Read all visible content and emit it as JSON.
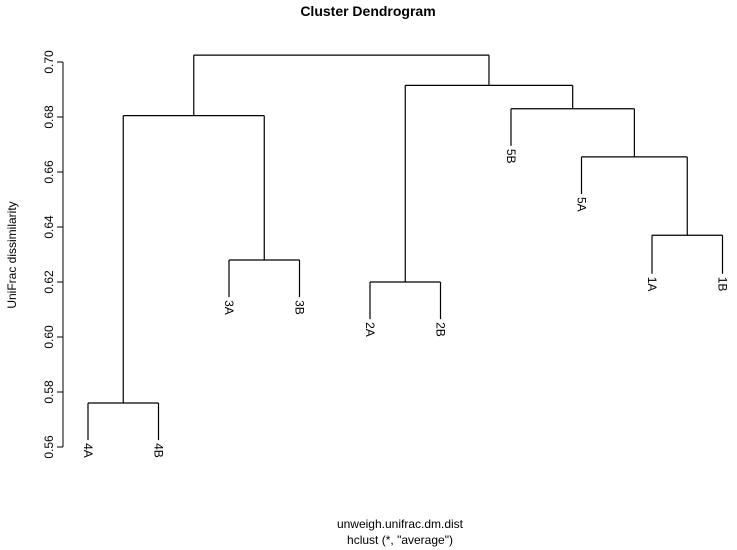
{
  "chart_data": {
    "type": "dendrogram",
    "title": "Cluster Dendrogram",
    "ylabel": "UniFrac dissimilarity",
    "xlabel": "unweigh.unifrac.dm.dist",
    "sublabel": "hclust (*, \"average\")",
    "ylim": [
      0.56,
      0.7
    ],
    "yticks": [
      0.56,
      0.58,
      0.6,
      0.62,
      0.64,
      0.66,
      0.68,
      0.7
    ],
    "leaves": [
      {
        "label": "4A",
        "height": 0.5625
      },
      {
        "label": "4B",
        "height": 0.5625
      },
      {
        "label": "3A",
        "height": 0.6145
      },
      {
        "label": "3B",
        "height": 0.6145
      },
      {
        "label": "2A",
        "height": 0.6065
      },
      {
        "label": "2B",
        "height": 0.6065
      },
      {
        "label": "5B",
        "height": 0.6695
      },
      {
        "label": "5A",
        "height": 0.652
      },
      {
        "label": "1A",
        "height": 0.623
      },
      {
        "label": "1B",
        "height": 0.623
      }
    ],
    "merges": [
      {
        "left": "4A",
        "right": "4B",
        "height": 0.576
      },
      {
        "left": "3A",
        "right": "3B",
        "height": 0.628
      },
      {
        "left": "2A",
        "right": "2B",
        "height": 0.62
      },
      {
        "left": "1A",
        "right": "1B",
        "height": 0.637
      },
      {
        "left": "5A",
        "right": "m4",
        "height": 0.6655
      },
      {
        "left": "5B",
        "right": "m5",
        "height": 0.683
      },
      {
        "left": "m1",
        "right": "m2",
        "height": 0.6805
      },
      {
        "left": "m3",
        "right": "m6",
        "height": 0.6915
      },
      {
        "left": "m7",
        "right": "m8",
        "height": 0.7025
      }
    ]
  }
}
